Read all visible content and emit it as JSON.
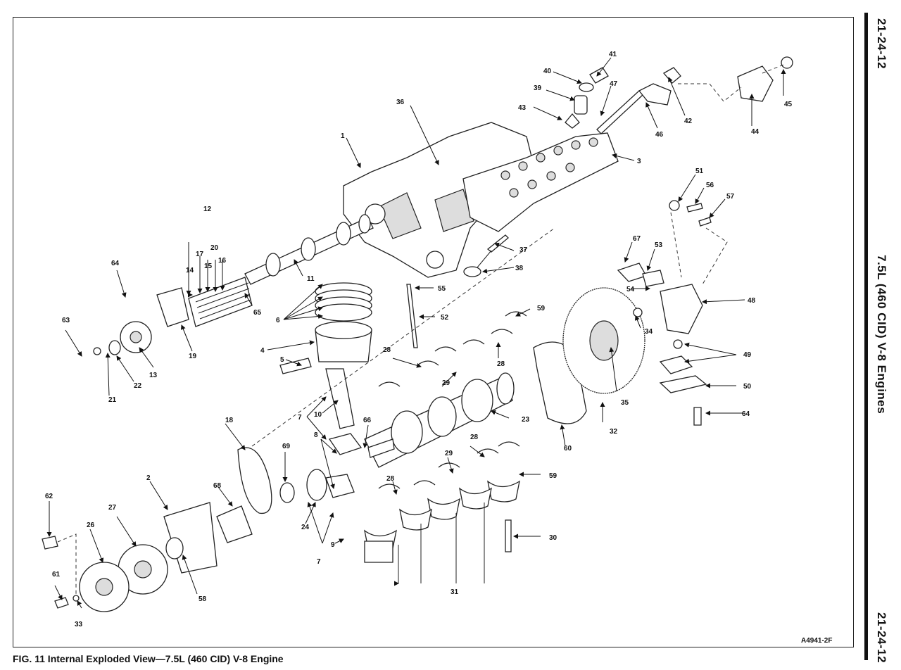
{
  "caption": "FIG. 11 Internal Exploded View—7.5L (460 CID) V-8 Engine",
  "page_number_top": "21-24-12",
  "page_number_bottom": "21-24-12",
  "side_section_title": "7.5L (460 CID) V-8 Engines",
  "figure_id": "A4941-2F",
  "callouts": {
    "c1": "1",
    "c2": "2",
    "c3": "3",
    "c4": "4",
    "c5": "5",
    "c6": "6",
    "c7a": "7",
    "c7b": "7",
    "c8": "8",
    "c9": "9",
    "c10": "10",
    "c11": "11",
    "c12": "12",
    "c13": "13",
    "c14": "14",
    "c15": "15",
    "c16": "16",
    "c17": "17",
    "c18": "18",
    "c19": "19",
    "c20": "20",
    "c21": "21",
    "c22": "22",
    "c23": "23",
    "c24": "24",
    "c26": "26",
    "c27": "27",
    "c28a": "28",
    "c28b": "28",
    "c28c": "28",
    "c28d": "28",
    "c29a": "29",
    "c29b": "29",
    "c30": "30",
    "c31": "31",
    "c32": "32",
    "c33": "33",
    "c34": "34",
    "c35": "35",
    "c36": "36",
    "c37": "37",
    "c38": "38",
    "c39": "39",
    "c40": "40",
    "c41": "41",
    "c42": "42",
    "c43": "43",
    "c44": "44",
    "c45": "45",
    "c46": "46",
    "c47": "47",
    "c48": "48",
    "c49": "49",
    "c50": "50",
    "c51": "51",
    "c52": "52",
    "c53": "53",
    "c54": "54",
    "c55": "55",
    "c56": "56",
    "c57": "57",
    "c58": "58",
    "c59a": "59",
    "c59b": "59",
    "c60": "60",
    "c61": "61",
    "c62": "62",
    "c63": "63",
    "c64a": "64",
    "c64b": "64",
    "c65": "65",
    "c66": "66",
    "c67": "67",
    "c68": "68",
    "c69": "69"
  }
}
